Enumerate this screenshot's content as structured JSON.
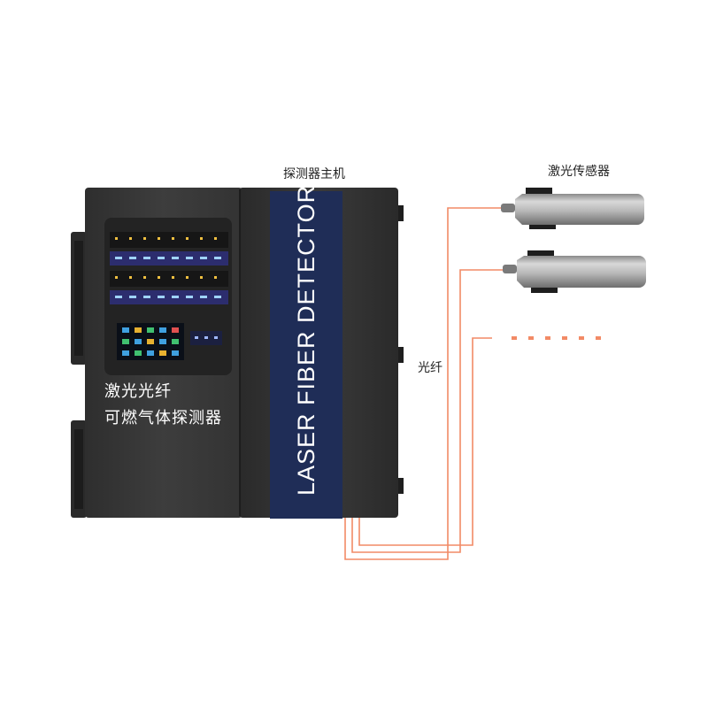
{
  "labels": {
    "host": "探测器主机",
    "sensor": "激光传感器",
    "fiber": "光纤"
  },
  "device": {
    "panel_line1": "激光光纤",
    "panel_line2": "可燃气体探测器",
    "vertical_text": "LASER FIBER DETECTOR"
  },
  "colors": {
    "cabinet": "#3a3a3a",
    "label_strip": "#1f2d57",
    "fiber": "#f28a66",
    "probe": "#b9b9b9"
  }
}
